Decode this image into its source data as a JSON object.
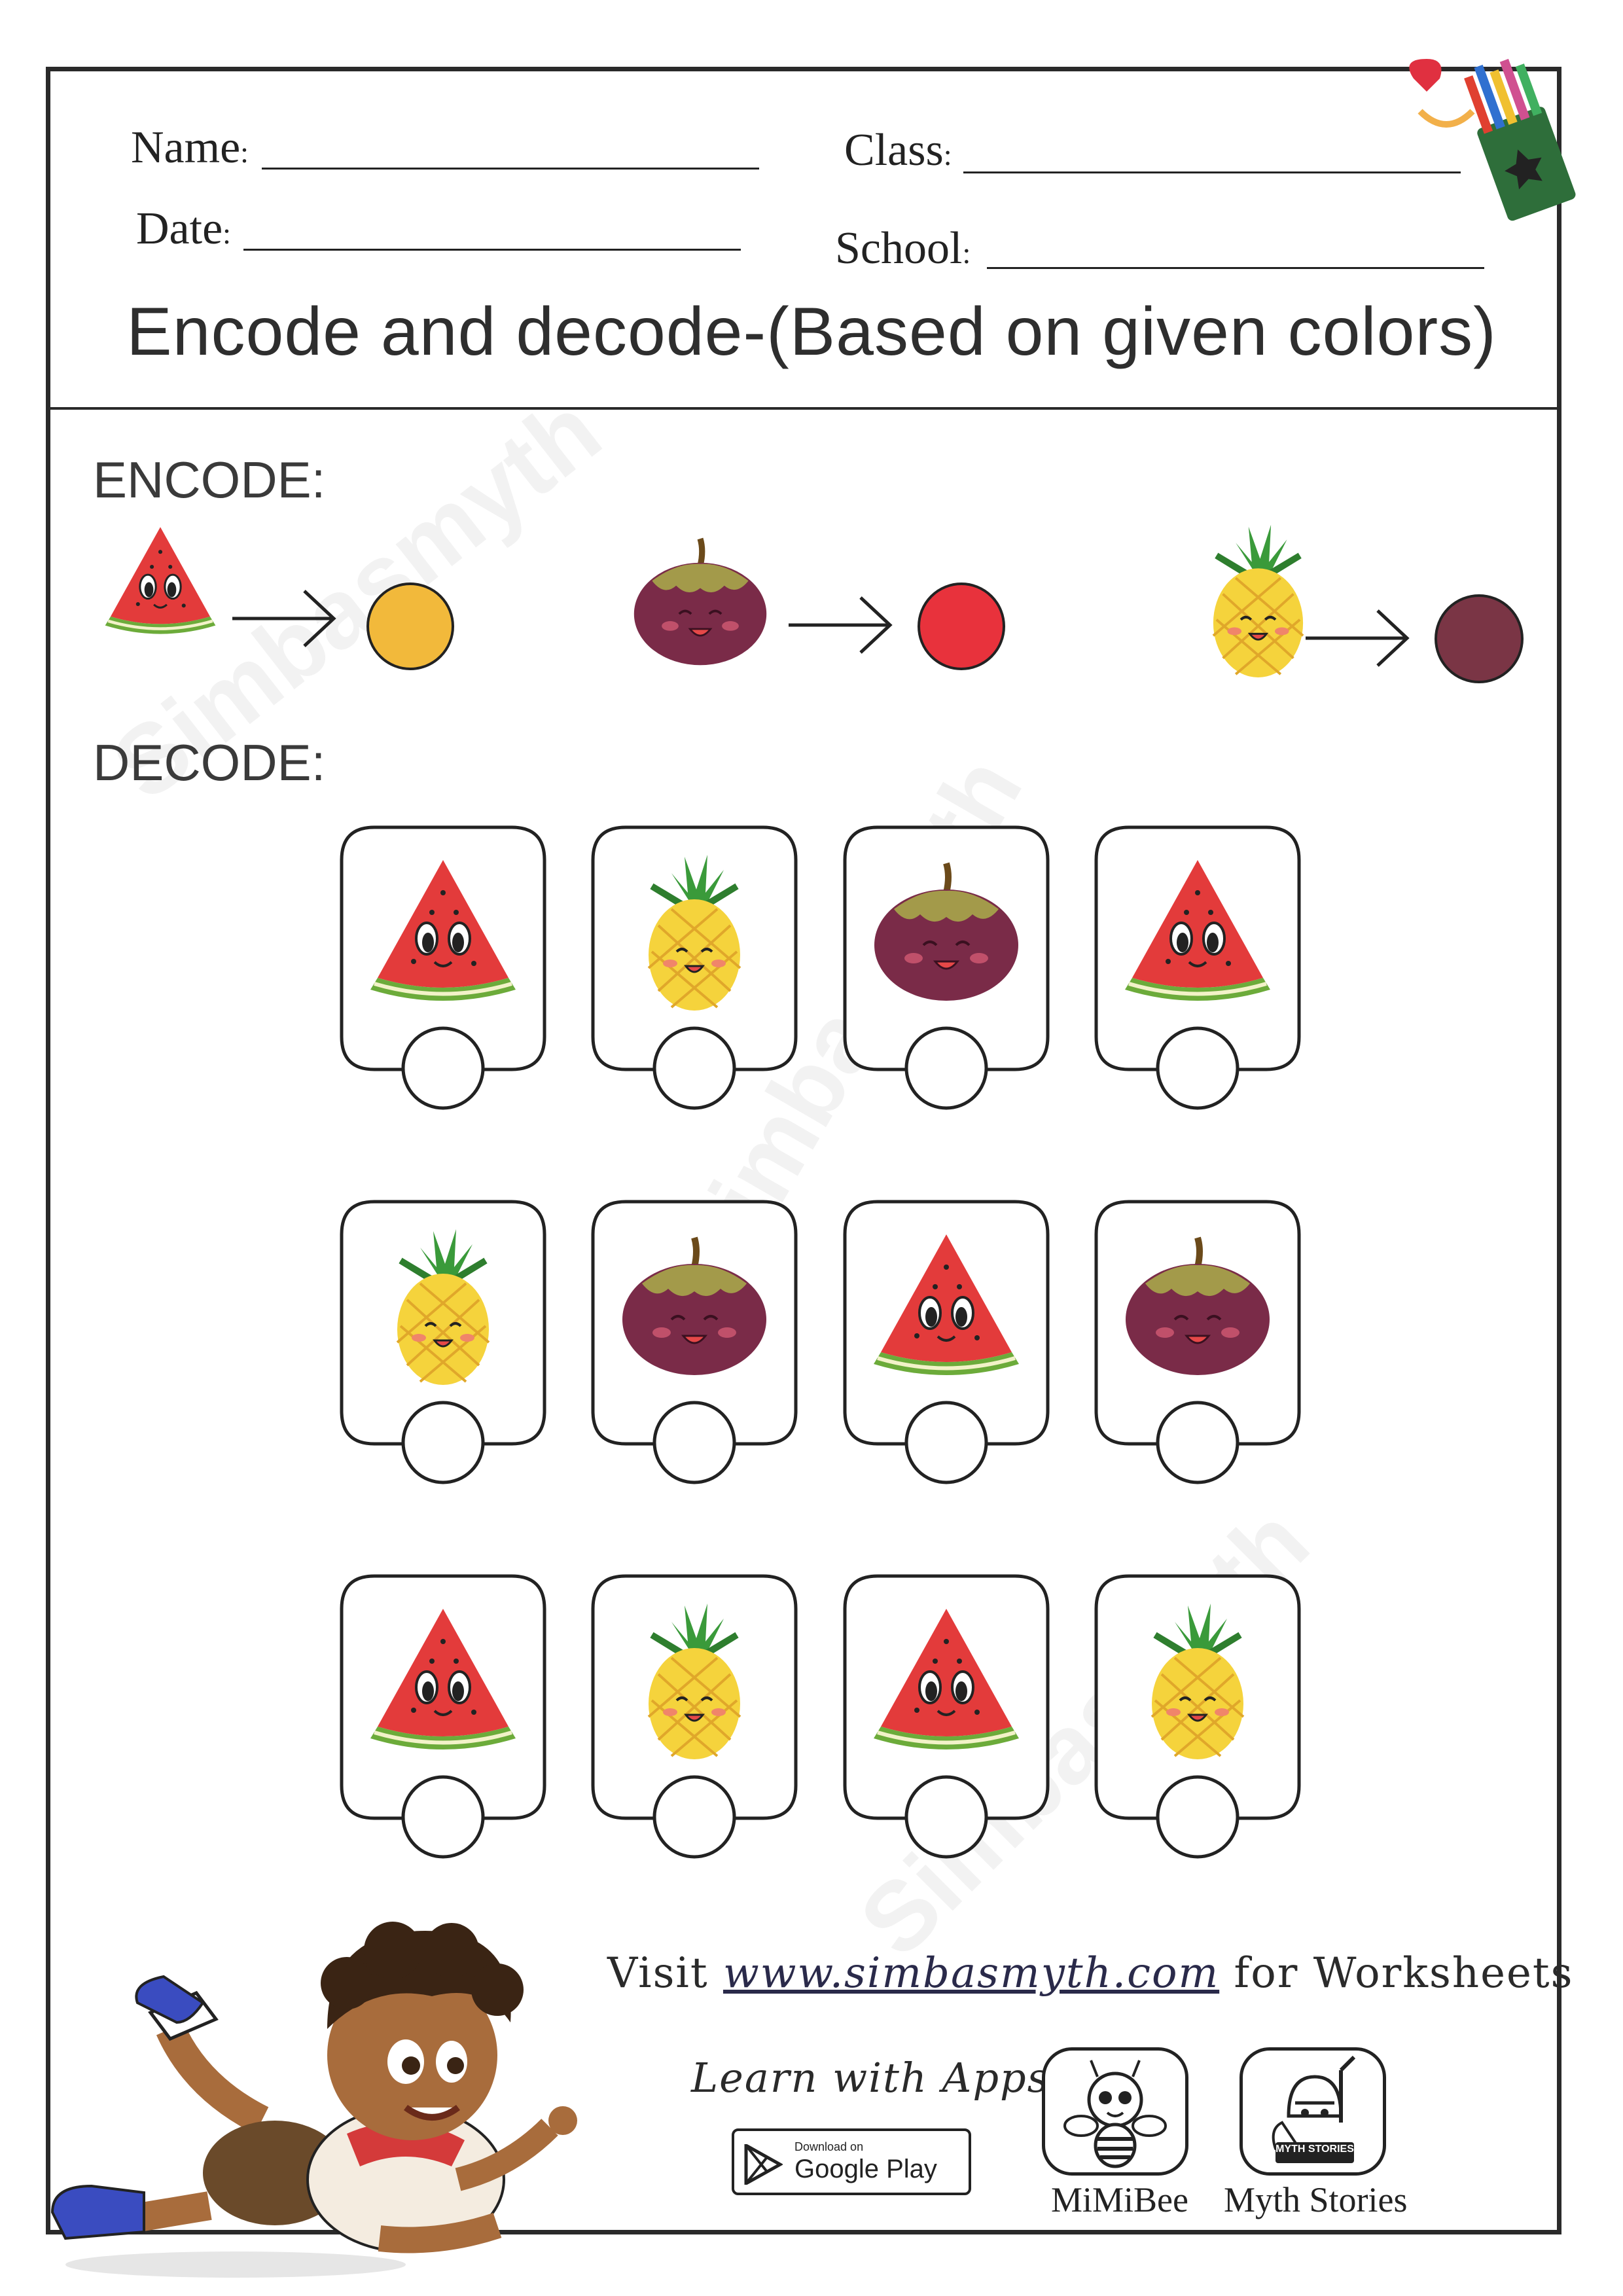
{
  "header": {
    "name_label": "Name",
    "date_label": "Date",
    "class_label": "Class",
    "school_label": "School",
    "colon": ":"
  },
  "title": "Encode and decode-(Based on given colors)",
  "watermark": "Simbasmyth",
  "encode": {
    "label": "ENCODE:",
    "items": [
      {
        "fruit": "watermelon",
        "color": "#f2b93b"
      },
      {
        "fruit": "mangosteen",
        "color": "#e8323c"
      },
      {
        "fruit": "pineapple",
        "color": "#7a3545"
      }
    ]
  },
  "decode": {
    "label": "DECODE:",
    "rows": [
      [
        "watermelon",
        "pineapple",
        "mangosteen",
        "watermelon"
      ],
      [
        "pineapple",
        "mangosteen",
        "watermelon",
        "mangosteen"
      ],
      [
        "watermelon",
        "pineapple",
        "watermelon",
        "pineapple"
      ]
    ]
  },
  "footer": {
    "visit_prefix": "Visit",
    "url": "www.simbasmyth.com",
    "visit_suffix": "for Worksheets",
    "learn": "Learn with Apps",
    "google_small": "Download on",
    "google_big": "Google Play",
    "app1": "MiMiBee",
    "app2": "Myth Stories",
    "app2_badge": "MYTH STORIES"
  },
  "icons": [
    "watermelon-icon",
    "mangosteen-icon",
    "pineapple-icon",
    "arrow-right-icon",
    "pencil-cup-icon",
    "boy-illustration",
    "google-play-icon",
    "bee-icon",
    "knight-icon"
  ]
}
